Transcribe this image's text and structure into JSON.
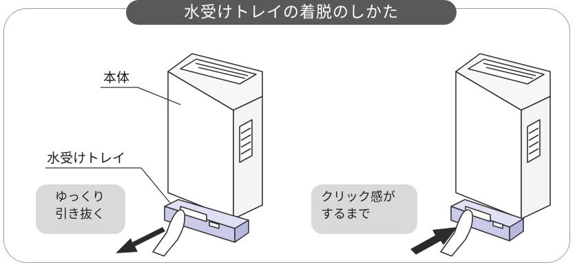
{
  "title": "水受けトレイの着脱のしかた",
  "left_panel": {
    "label_body": "本体",
    "label_tray": "水受けトレイ",
    "bubble_line1": "ゆっくり",
    "bubble_line2": "引き抜く"
  },
  "right_panel": {
    "bubble_line1": "クリック感が",
    "bubble_line2": "するまで"
  },
  "colors": {
    "frame": "#9a9a9a",
    "title_bg": "#595959",
    "bubble_bg": "#d9d9d9",
    "tray_fill": "#c9cbe9",
    "arrow": "#2b2b2b"
  }
}
